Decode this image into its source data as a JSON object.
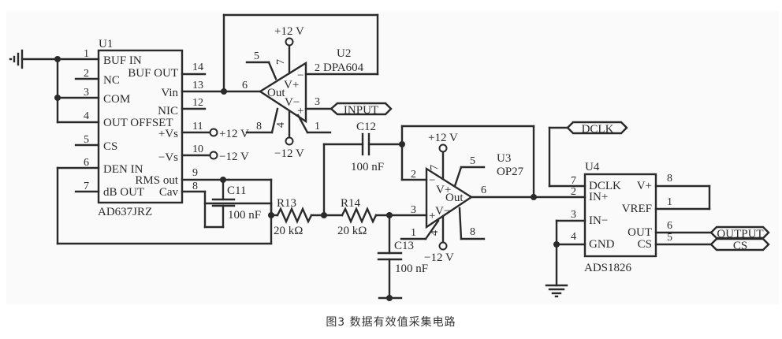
{
  "caption": "图3   数据有效值采集电路",
  "components": {
    "u1": {
      "ref": "U1",
      "part": "AD637JRZ",
      "left_pins": [
        {
          "num": "1",
          "name": "BUF IN"
        },
        {
          "num": "2",
          "name": "NC"
        },
        {
          "num": "3",
          "name": "COM"
        },
        {
          "num": "4",
          "name": "OUT OFFSET"
        },
        {
          "num": "5",
          "name": "CS"
        },
        {
          "num": "6",
          "name": "DEN IN"
        },
        {
          "num": "7",
          "name": "dB OUT"
        }
      ],
      "right_pins": [
        {
          "num": "14",
          "name": "BUF OUT"
        },
        {
          "num": "13",
          "name": "Vin"
        },
        {
          "num": "12",
          "name": "NIC"
        },
        {
          "num": "11",
          "name": "+Vs"
        },
        {
          "num": "10",
          "name": "−Vs"
        },
        {
          "num": "9",
          "name": "RMS out"
        },
        {
          "num": "8",
          "name": "Cav"
        }
      ],
      "supply_pos": "+12 V",
      "supply_neg": "−12 V"
    },
    "u2": {
      "ref": "U2",
      "part": "DPA604",
      "pin_inv": "2",
      "pin_noninv": "3",
      "pin_out": "6",
      "pin_vpos": "7",
      "pin_vneg": "4",
      "pin_5": "5",
      "pin_8": "8",
      "pin_1": "1",
      "label_vpos": "V+",
      "label_vneg": "V−",
      "label_out": "Out",
      "minus": "−",
      "plus": "+",
      "supply_pos": "+12 V",
      "supply_neg": "−12 V"
    },
    "u3": {
      "ref": "U3",
      "part": "OP27",
      "pin_inv": "2",
      "pin_noninv": "3",
      "pin_out": "6",
      "pin_vpos": "7",
      "pin_vneg": "4",
      "pin_5": "5",
      "pin_8": "8",
      "pin_1": "1",
      "label_vpos": "V+",
      "label_vneg": "V−",
      "label_out": "Out",
      "minus": "−",
      "plus": "+",
      "supply_pos": "+12 V",
      "supply_neg": "−12 V"
    },
    "u4": {
      "ref": "U4",
      "part": "ADS1826",
      "left_pins": [
        {
          "num": "7",
          "name": "DCLK"
        },
        {
          "num": "2",
          "name": "IN+"
        },
        {
          "num": "3",
          "name": "IN−"
        },
        {
          "num": "4",
          "name": "GND"
        }
      ],
      "right_pins": [
        {
          "num": "8",
          "name": "V+"
        },
        {
          "num": "1",
          "name": "VREF"
        },
        {
          "num": "6",
          "name": "OUT"
        },
        {
          "num": "5",
          "name": "CS"
        }
      ]
    },
    "c11": {
      "ref": "C11",
      "value": "100 nF"
    },
    "c12": {
      "ref": "C12",
      "value": "100 nF"
    },
    "c13": {
      "ref": "C13",
      "value": "100 nF"
    },
    "r13": {
      "ref": "R13",
      "value": "20 kΩ"
    },
    "r14": {
      "ref": "R14",
      "value": "20 kΩ"
    }
  },
  "ports": {
    "input": "INPUT",
    "dclk": "DCLK",
    "output": "OUTPUT",
    "cs": "CS"
  }
}
